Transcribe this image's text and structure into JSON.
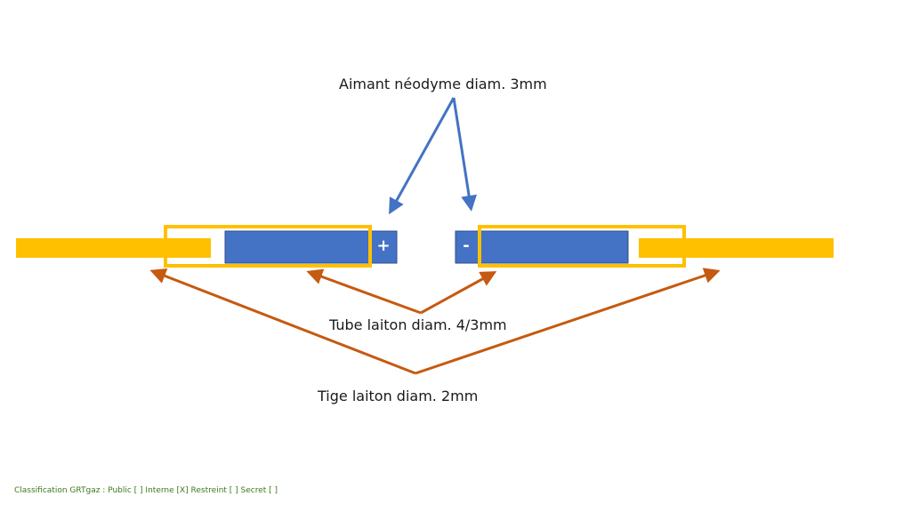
{
  "labels": {
    "magnet": "Aimant néodyme diam. 3mm",
    "tube": "Tube laiton diam. 4/3mm",
    "rod": "Tige laiton diam. 2mm"
  },
  "signs": {
    "plus": "+",
    "minus": "-"
  },
  "footer": "Classification GRTgaz : Public [ ] Interne [X] Restreint [ ] Secret  [ ]",
  "colors": {
    "brass": "#FFC000",
    "magnet": "#4472C4",
    "arrow_blue": "#4472C4",
    "arrow_orange": "#C55A11",
    "footer": "#3a7a1a"
  }
}
